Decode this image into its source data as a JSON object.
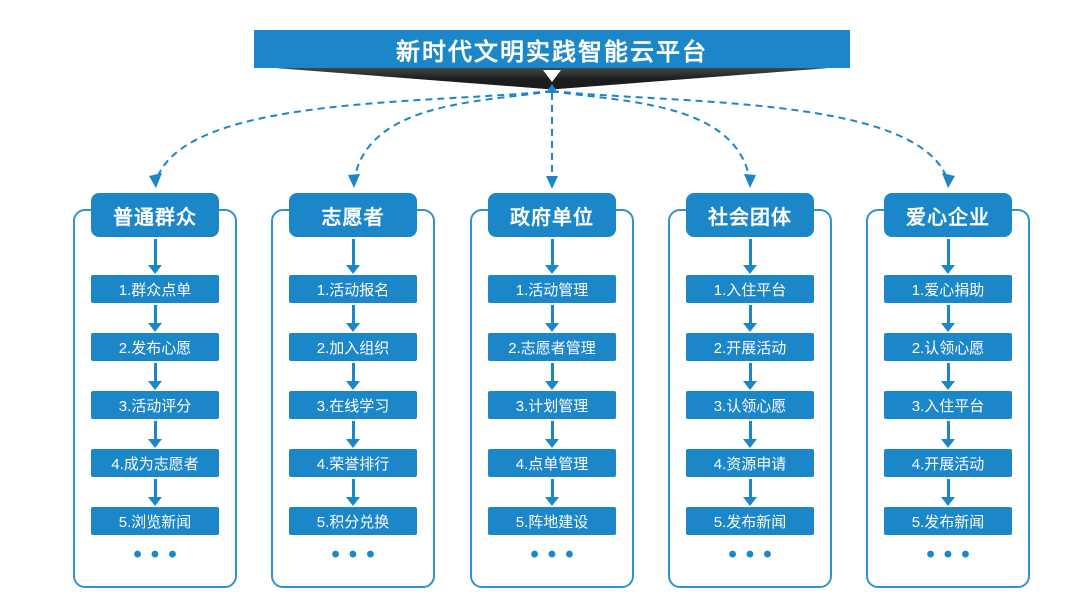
{
  "title": "新时代文明实践智能云平台",
  "colors": {
    "accent": "#1b86c8",
    "panel-border": "#2e93d0",
    "ribbon-dark": "#1c1c1c"
  },
  "more_dots": "•••",
  "columns": [
    {
      "header": "普通群众",
      "items": [
        "1.群众点单",
        "2.发布心愿",
        "3.活动评分",
        "4.成为志愿者",
        "5.浏览新闻"
      ]
    },
    {
      "header": "志愿者",
      "items": [
        "1.活动报名",
        "2.加入组织",
        "3.在线学习",
        "4.荣誉排行",
        "5.积分兑换"
      ]
    },
    {
      "header": "政府单位",
      "items": [
        "1.活动管理",
        "2.志愿者管理",
        "3.计划管理",
        "4.点单管理",
        "5.阵地建设"
      ]
    },
    {
      "header": "社会团体",
      "items": [
        "1.入住平台",
        "2.开展活动",
        "3.认领心愿",
        "4.资源申请",
        "5.发布新闻"
      ]
    },
    {
      "header": "爱心企业",
      "items": [
        "1.爱心捐助",
        "2.认领心愿",
        "3.入住平台",
        "4.开展活动",
        "5.发布新闻"
      ]
    }
  ]
}
